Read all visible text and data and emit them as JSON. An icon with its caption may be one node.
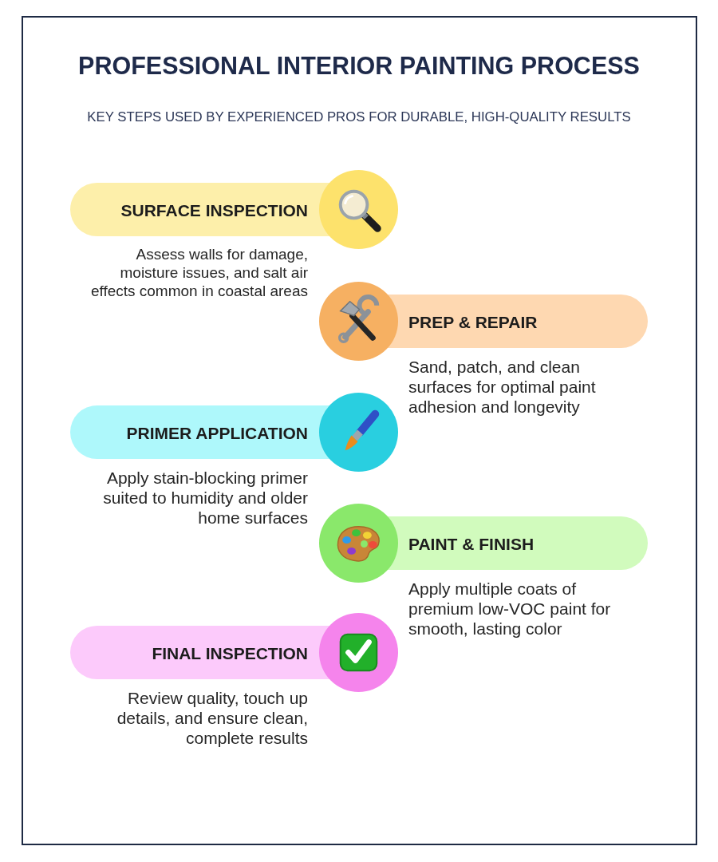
{
  "diagram": {
    "title": "PROFESSIONAL INTERIOR PAINTING PROCESS",
    "nodes": [
      {
        "text": [
          "SURFACE INSPECTION"
        ],
        "beside": [
          "Assess walls for damage, moisture issues, and salt air effects common in coastal areas"
        ]
      },
      {
        "text": [
          "PREP & REPAIR"
        ],
        "beside": [
          "Sand, patch, and clean surfaces for optimal paint adhesion and longevity"
        ]
      },
      {
        "text": [
          "PRIMER APPLICATION"
        ],
        "beside": [
          "Apply stain-blocking primer suited to humidity and older home surfaces"
        ]
      },
      {
        "text": [
          "PAINT & FINISH"
        ],
        "beside": [
          "Apply multiple coats of premium low-VOC paint for smooth, lasting color"
        ]
      },
      {
        "text": [
          "FINAL INSPECTION"
        ],
        "beside": [
          "Review quality, touch up details, and ensure clean, complete results"
        ]
      }
    ],
    "labels": [
      "KEY STEPS USED BY EXPERIENCED PROS FOR DURABLE, HIGH-QUALITY RESULTS"
    ]
  }
}
